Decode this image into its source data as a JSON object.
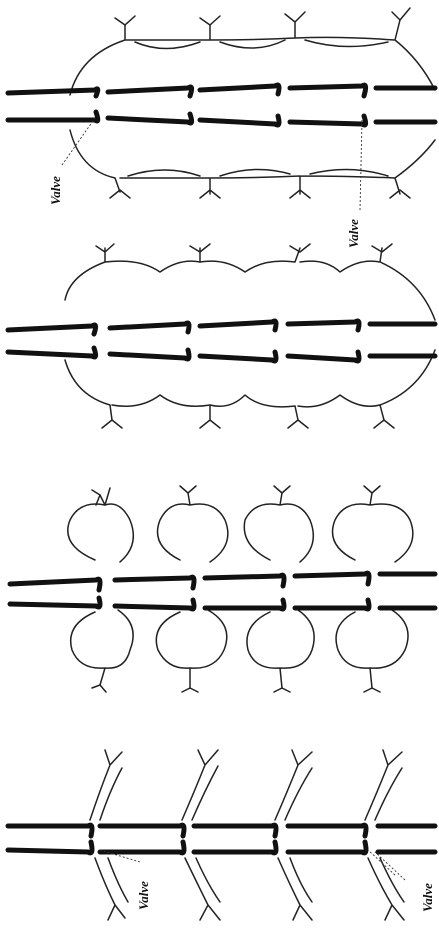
{
  "figure": {
    "labels": {
      "valve_1": "Valve",
      "valve_2": "Valve",
      "valve_3": "Valve",
      "valve_4": "Valve"
    }
  }
}
